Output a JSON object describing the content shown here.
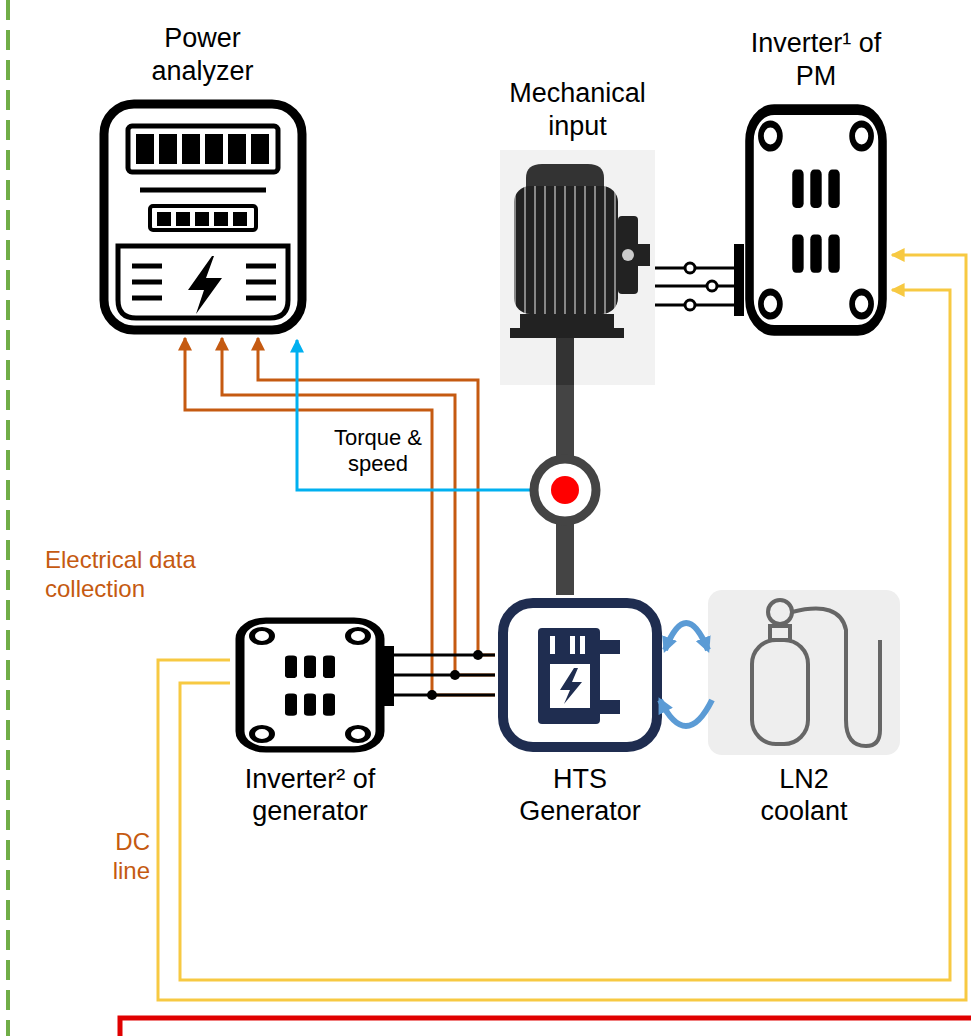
{
  "diagram": {
    "nodes": [
      {
        "text": [
          "Power analyzer"
        ]
      },
      {
        "text": [
          "Mechanical input"
        ]
      },
      {
        "text": [
          "Inverter¹ of PM"
        ]
      },
      {
        "text": [
          "Inverter² of generator"
        ]
      },
      {
        "text": [
          "HTS Generator"
        ]
      },
      {
        "text": [
          "LN2 coolant"
        ]
      }
    ],
    "edges": [
      {
        "from": 4,
        "to": 0,
        "arrow": "to"
      },
      {
        "from": 4,
        "to": 0,
        "arrow": "to"
      },
      {
        "from": 4,
        "to": 0,
        "arrow": "to"
      },
      {
        "from": 3,
        "to": 4,
        "arrow": "none"
      },
      {
        "from": 3,
        "to": 4,
        "arrow": "none"
      },
      {
        "from": 3,
        "to": 4,
        "arrow": "none"
      },
      {
        "from": 1,
        "to": 2,
        "arrow": "none"
      },
      {
        "from": 1,
        "to": 2,
        "arrow": "none"
      },
      {
        "from": 1,
        "to": 2,
        "arrow": "none"
      },
      {
        "from": 1,
        "to": 4,
        "arrow": "none"
      },
      {
        "from": 3,
        "to": 2,
        "arrow": "to"
      },
      {
        "from": 3,
        "to": 2,
        "arrow": "to"
      },
      {
        "from": 4,
        "to": 5,
        "arrow": "both"
      }
    ],
    "labels": [
      "Torque & speed",
      "Electrical data collection",
      "DC line"
    ]
  }
}
